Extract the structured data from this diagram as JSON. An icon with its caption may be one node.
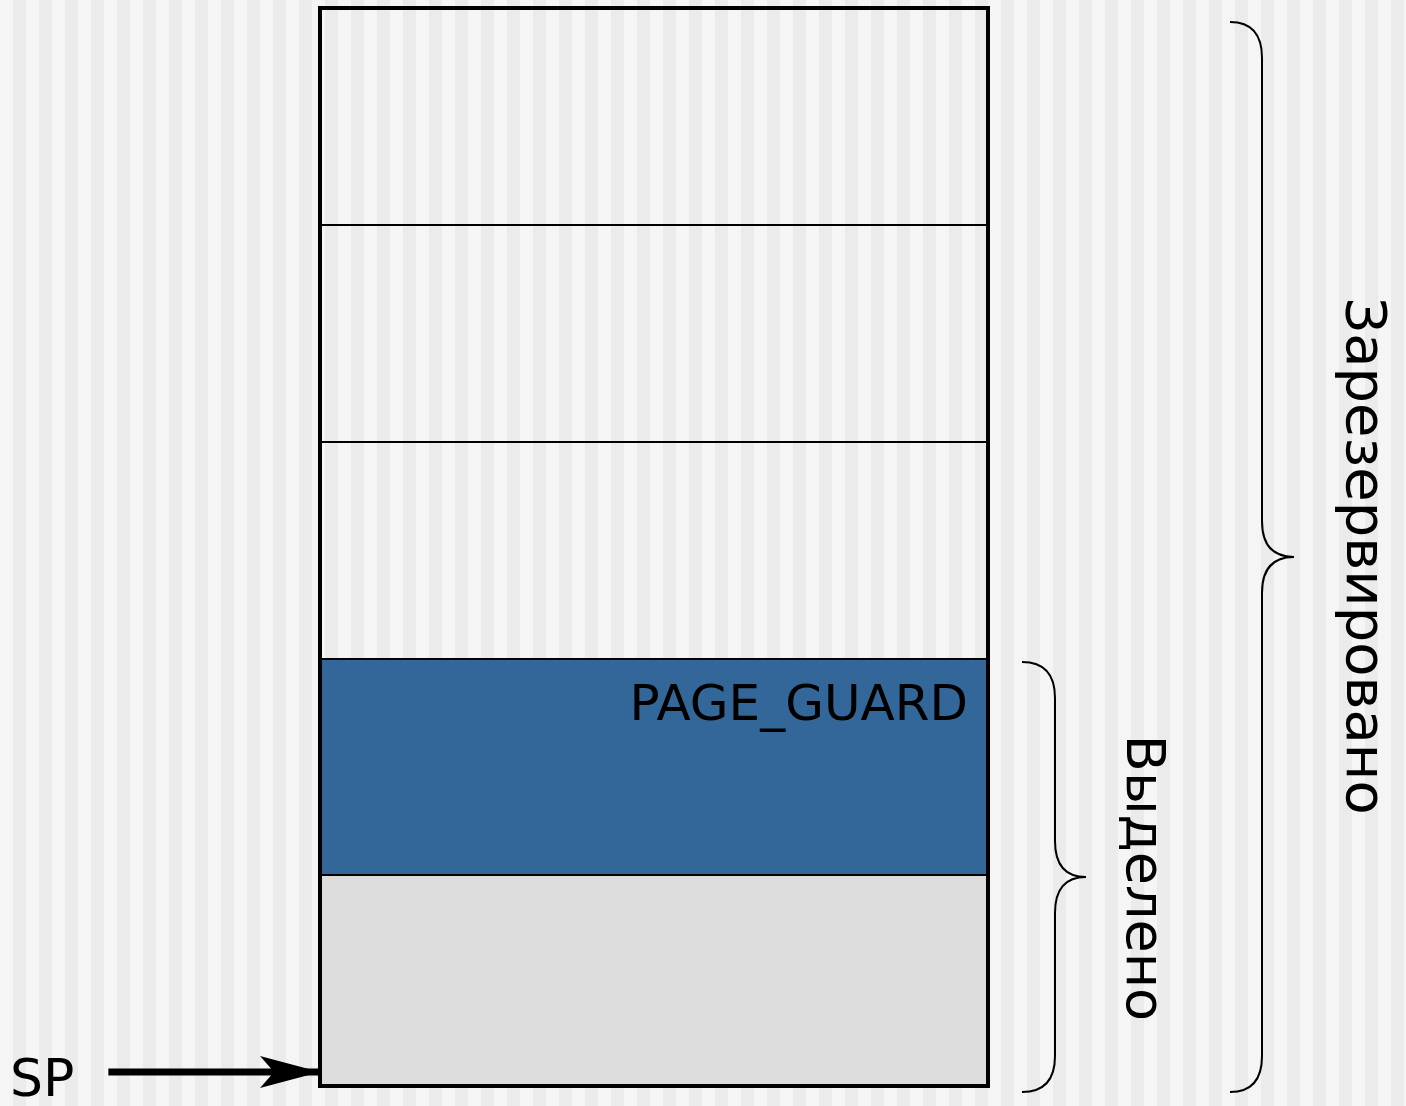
{
  "diagram": {
    "nodes": [
      {
        "text": [],
        "shape": "box"
      },
      {
        "text": [],
        "shape": "box",
        "in": 0
      },
      {
        "text": [],
        "shape": "box",
        "in": 0
      },
      {
        "text": [],
        "shape": "box",
        "in": 0
      },
      {
        "text": [
          "PAGE_GUARD"
        ],
        "in": 0
      },
      {
        "text": [],
        "shape": "box",
        "in": 0
      },
      {
        "text": [
          "SP"
        ]
      }
    ],
    "edges": [
      {
        "from": 6,
        "to": 5,
        "arrow": "to"
      }
    ],
    "labels": [
      "Выделено",
      "Зарезервировано"
    ]
  }
}
